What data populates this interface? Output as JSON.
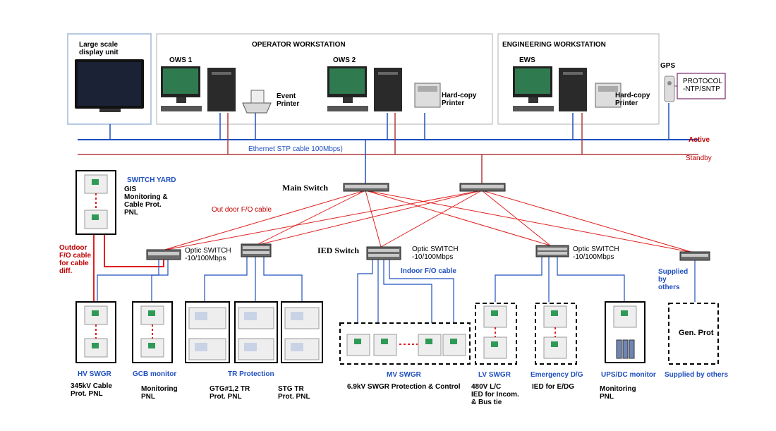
{
  "labels": {
    "large_display": "Large scale\ndisplay unit",
    "operator_ws": "OPERATOR  WORKSTATION",
    "engineering_ws": "ENGINEERING  WORKSTATION",
    "ows1": "OWS 1",
    "ows2": "OWS 2",
    "ews": "EWS",
    "event_printer": "Event\nPrinter",
    "hardcopy_printer_1": "Hard-copy\nPrinter",
    "hardcopy_printer_2": "Hard-copy\nPrinter",
    "gps": "GPS",
    "protocol": "PROTOCOL\n-NTP/SNTP",
    "active": "Active",
    "standby": "Standby",
    "ethernet": "Ethernet  STP cable 100Mbps)",
    "main_switch": "Main Switch",
    "switch_yard": "SWITCH YARD",
    "gis": "GIS\nMonitoring &\nCable Prot.\nPNL",
    "outdoor_fo": "Out door F/O cable",
    "outdoor_fo_diff": "Outdoor\nF/O cable\nfor cable\ndiff.",
    "optic_switch_1": "Optic SWITCH\n-10/100Mbps",
    "optic_switch_2": "Optic SWITCH\n-10/100Mbps",
    "optic_switch_3": "Optic SWITCH\n-10/100Mbps",
    "ied_switch": "IED  Switch",
    "indoor_fo": "Indoor F/O cable",
    "supplied_by_others_top": "Supplied\nby\nothers",
    "gen_prot": "Gen. Prot"
  },
  "panels": [
    {
      "title": "HV SWGR",
      "desc": "345kV Cable\nProt. PNL"
    },
    {
      "title": "GCB monitor",
      "desc": "Monitoring\nPNL"
    },
    {
      "title": "TR  Protection",
      "desc": ""
    },
    {
      "title": "MV SWGR",
      "desc": "6.9kV SWGR Protection & Control"
    },
    {
      "title": "LV SWGR",
      "desc": "480V L/C\nIED for Incom.\n& Bus tie"
    },
    {
      "title": "Emergency D/G",
      "desc": "IED for E/DG"
    },
    {
      "title": "UPS/DC  monitor",
      "desc": "Monitoring\nPNL"
    },
    {
      "title": "Supplied by others",
      "desc": ""
    }
  ],
  "tr_descs": {
    "gtg": "GTG#1,2 TR\nProt. PNL",
    "stg": "STG TR\nProt. PNL"
  },
  "colors": {
    "active_line": "#1f4fbf",
    "standby_line": "#b23a3a",
    "fiber": "#e02020",
    "label_blue": "#1f4fbf",
    "label_red": "#c00000"
  }
}
